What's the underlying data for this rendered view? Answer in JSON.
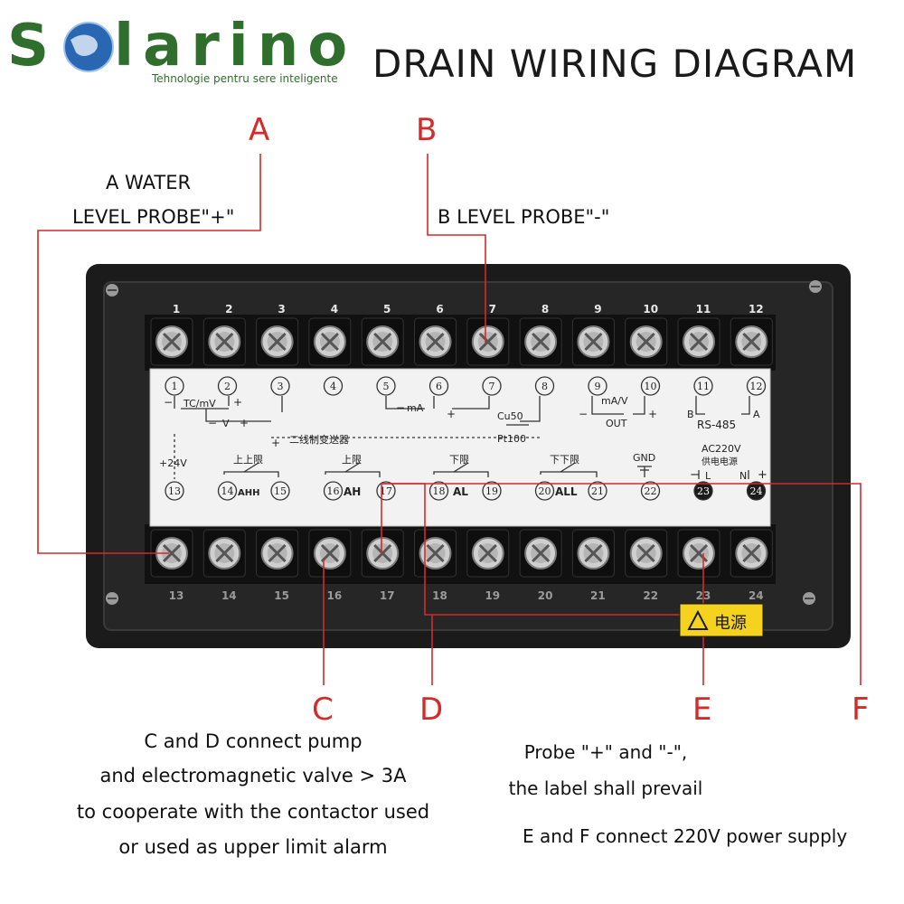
{
  "header": {
    "logo_text_left": "S",
    "logo_text_right": "larino",
    "tagline": "Tehnologie pentru sere inteligente",
    "title": "DRAIN WIRING DIAGRAM"
  },
  "callouts": {
    "A": {
      "letter": "A",
      "line1": "A WATER",
      "line2": "LEVEL PROBE\"+\""
    },
    "B": {
      "letter": "B",
      "line1": "B LEVEL PROBE\"-\""
    },
    "C": {
      "letter": "C"
    },
    "D": {
      "letter": "D"
    },
    "E": {
      "letter": "E"
    },
    "F": {
      "letter": "F"
    }
  },
  "notes": {
    "cd": [
      "C and D connect pump",
      "and electromagnetic valve > 3A",
      "to cooperate with the contactor used",
      "or used as upper limit alarm"
    ],
    "probe": [
      "Probe \"+\" and \"-\",",
      "the label shall prevail"
    ],
    "ef": "E and F connect 220V power supply"
  },
  "terminals": {
    "top_numbers": [
      "1",
      "2",
      "3",
      "4",
      "5",
      "6",
      "7",
      "8",
      "9",
      "10",
      "11",
      "12"
    ],
    "bottom_numbers": [
      "13",
      "14",
      "15",
      "16",
      "17",
      "18",
      "19",
      "20",
      "21",
      "22",
      "23",
      "24"
    ]
  },
  "panel": {
    "circles_top": [
      "1",
      "2",
      "3",
      "4",
      "5",
      "6",
      "7",
      "8",
      "9",
      "10",
      "11",
      "12"
    ],
    "circles_bottom": [
      "13",
      "14",
      "15",
      "16",
      "17",
      "18",
      "19",
      "20",
      "21",
      "22",
      "23",
      "24"
    ],
    "tc_mv": "TC/mV",
    "v_label": "V",
    "ma_label": "mA",
    "cu50": "Cu50",
    "pt100": "Pt100",
    "two_wire": "二线制变送器",
    "mav": "mA/V",
    "out": "OUT",
    "b": "B",
    "a": "A",
    "rs485": "RS-485",
    "plus24v": "+24V",
    "upper_upper": "上上限",
    "upper": "上限",
    "lower": "下限",
    "lower_lower": "下下限",
    "ahh": "AHH",
    "ah": "AH",
    "al": "AL",
    "all": "ALL",
    "gnd": "GND",
    "ac220v": "AC220V",
    "power_supply_cn": "供电电源",
    "l": "L",
    "n": "N"
  },
  "warning_label": "电源",
  "colors": {
    "brand_green": "#2f6e2c",
    "callout_red": "#d42a2a",
    "device_black": "#1b1b1b",
    "warning_yellow": "#f5d21e"
  }
}
